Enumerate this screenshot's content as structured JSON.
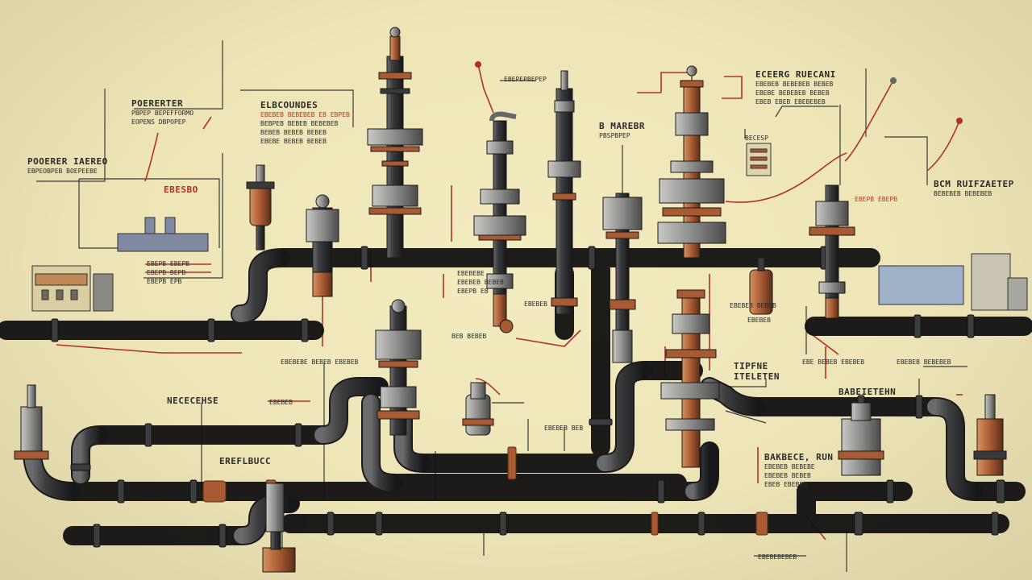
{
  "diagram": {
    "labels": {
      "top_left": {
        "title": "POERERTER",
        "lines": [
          "PBPEP BEPEFFORMO",
          "EOPENS DBPOPEP"
        ]
      },
      "left_mid": {
        "title": "POOERER IAEREO",
        "lines": [
          "EBPEOBPEB BOEPEEBE"
        ]
      },
      "elbe": {
        "title": "ELBCOUNDES",
        "lines": [
          "EBEBEB BEBEBEB EB EBPEB",
          "BEBPEB BEBEB BEBEBEB",
          "BEBEB BEBEB BEBEB",
          "EBEBE BEBEB BEBEB"
        ]
      },
      "ebesb": {
        "title": "EBESBO"
      },
      "ebepb": {
        "lines": [
          "EBEPB EBEPB",
          "EBEPB BEPB",
          "EBEPB EPB"
        ]
      },
      "top_center": {
        "title": "EBEPEPBEPEP"
      },
      "b_mareb": {
        "title": "B MAREBR",
        "lines": [
          "PBSPBPEP"
        ]
      },
      "eceerg": {
        "title": "ECEERG RUECANI",
        "lines": [
          "EBEBEB BEBEBEB BEBEB",
          "EBEBE BEBEBEB BEBEB",
          "EBEB EBEB EBEBEBEB"
        ]
      },
      "becesp": {
        "title": "BECESP"
      },
      "bcm": {
        "title": "BCM RUIFZAETEP",
        "lines": [
          "BEBEBEB BEBEBEB"
        ]
      },
      "ebepb_right": {
        "title": "EBEPB EBEPB"
      },
      "mid_left_small": {
        "lines": [
          "EBEBEBE BEBEB EBEBEB"
        ]
      },
      "mid_center_small": {
        "lines": [
          "EBEBEBE",
          "EBEBEB BEBEB",
          "EBEPB EB"
        ]
      },
      "ebeb_center": {
        "lines": [
          "EBEBEB"
        ]
      },
      "tipfne": {
        "title": "TIPFNE",
        "lines": [
          "ITELETEN"
        ]
      },
      "beb_small": {
        "lines": [
          "BEB BEBEB"
        ]
      },
      "ebeb_right_mid": {
        "lines": [
          "EBEBEB BEBEB"
        ]
      },
      "ebe_right": {
        "lines": [
          "EBE BEBEB EBEBEB",
          "EBEBEB BEBEBEB"
        ]
      },
      "neccehse": {
        "title": "NECECEHSE"
      },
      "ebebeb_small": {
        "lines": [
          "EBEBEB"
        ]
      },
      "erefeucc": {
        "title": "EREFLBUCC"
      },
      "babeietehn": {
        "title": "BABEIETEHN"
      },
      "ebeb_lower": {
        "lines": [
          "EBEBEB BEB"
        ]
      },
      "bakbece": {
        "title": "BAKBECE, RUN",
        "lines": [
          "EBEBEB BEBEBE",
          "EBEBEB BEBEB",
          "EBEB EBEBEB"
        ]
      },
      "bottom_small": {
        "lines": [
          "EBEBEBEBEB"
        ]
      },
      "ebeb_mid_lower": {
        "lines": [
          "EBEBEB"
        ]
      }
    },
    "colors": {
      "pipe": "#2f3032",
      "copper": "#a85a32",
      "red": "#b2302a",
      "line": "#3a3a3a",
      "bg": "#efe7b9"
    }
  }
}
